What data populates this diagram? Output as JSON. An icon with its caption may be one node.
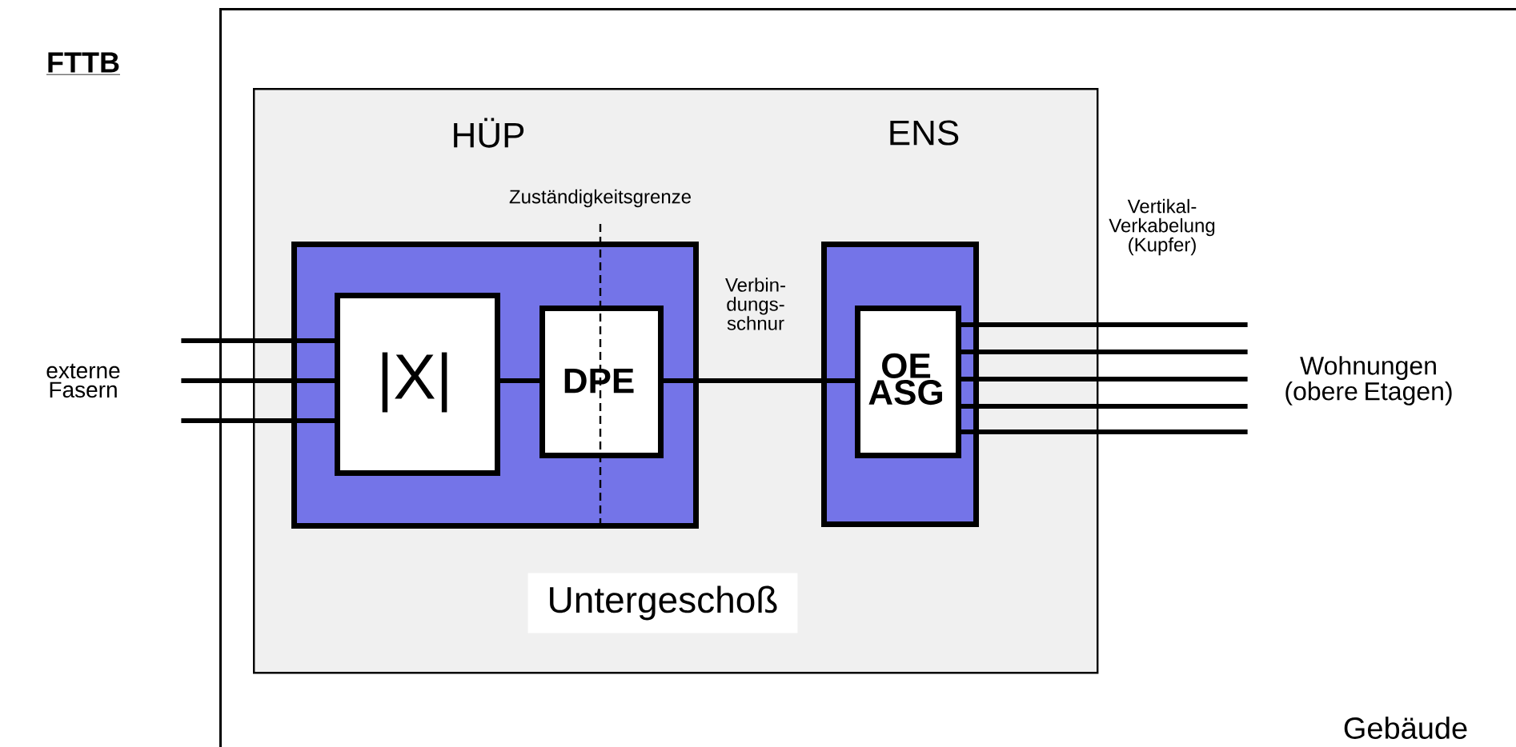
{
  "diagram": {
    "title": "FTTB",
    "nodes": [
      {
        "text": [
          "Gebäude"
        ]
      },
      {
        "text": [
          "Untergeschoß"
        ],
        "in": 0
      },
      {
        "text": [
          "HÜP"
        ],
        "in": 1
      },
      {
        "text": [
          "|X|"
        ],
        "in": 2
      },
      {
        "text": [
          "DPE"
        ],
        "in": 2
      },
      {
        "text": [
          "ENS"
        ],
        "in": 1
      },
      {
        "text": [
          "OE ASG"
        ],
        "in": 5
      },
      {
        "text": [
          "externe Fasern"
        ]
      },
      {
        "text": [
          "Wohnungen (obere Etagen)"
        ],
        "in": 0
      }
    ],
    "edges": [
      {
        "from": 7,
        "to": 3,
        "arrow": "none"
      },
      {
        "from": 7,
        "to": 3,
        "arrow": "none"
      },
      {
        "from": 7,
        "to": 3,
        "arrow": "none"
      },
      {
        "from": 3,
        "to": 4,
        "arrow": "none"
      },
      {
        "from": 4,
        "to": 6,
        "arrow": "none",
        "label": "Verbin- dungs- schnur"
      },
      {
        "from": 6,
        "to": 8,
        "arrow": "none"
      },
      {
        "from": 6,
        "to": 8,
        "arrow": "none"
      },
      {
        "from": 6,
        "to": 8,
        "arrow": "none"
      },
      {
        "from": 6,
        "to": 8,
        "arrow": "none"
      },
      {
        "from": 6,
        "to": 8,
        "arrow": "none"
      }
    ],
    "labels": [
      "Zuständigkeitsgrenze",
      "Vertikal- Verkabelung (Kupfer)"
    ]
  }
}
